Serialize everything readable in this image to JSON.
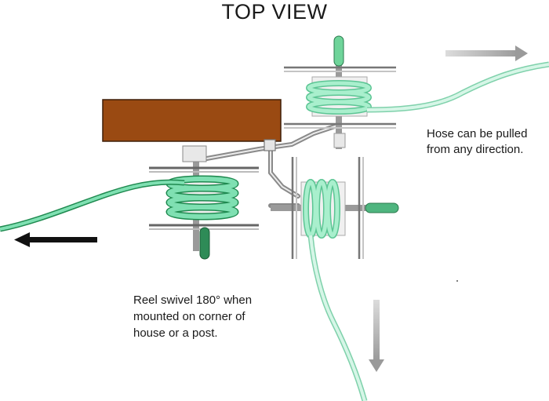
{
  "title": "TOP VIEW",
  "notes": {
    "pull_lines": [
      "Hose can be pulled",
      "from any direction."
    ],
    "swivel_lines": [
      "Reel swivel 180° when",
      "mounted on corner of",
      "house or a post."
    ]
  },
  "colors": {
    "wood": "#9a4a12",
    "wood_edge": "#3e1e08",
    "hose": "#7fe0b2",
    "hose_dark": "#1f8a50",
    "hose_faint": "#cdf3e2",
    "handle": "#2e8b57",
    "metal": "#8f8f8f",
    "metal_light": "#e9e9e9",
    "arrow_dark": "#111111",
    "arrow_light": "#bdbdbd"
  }
}
